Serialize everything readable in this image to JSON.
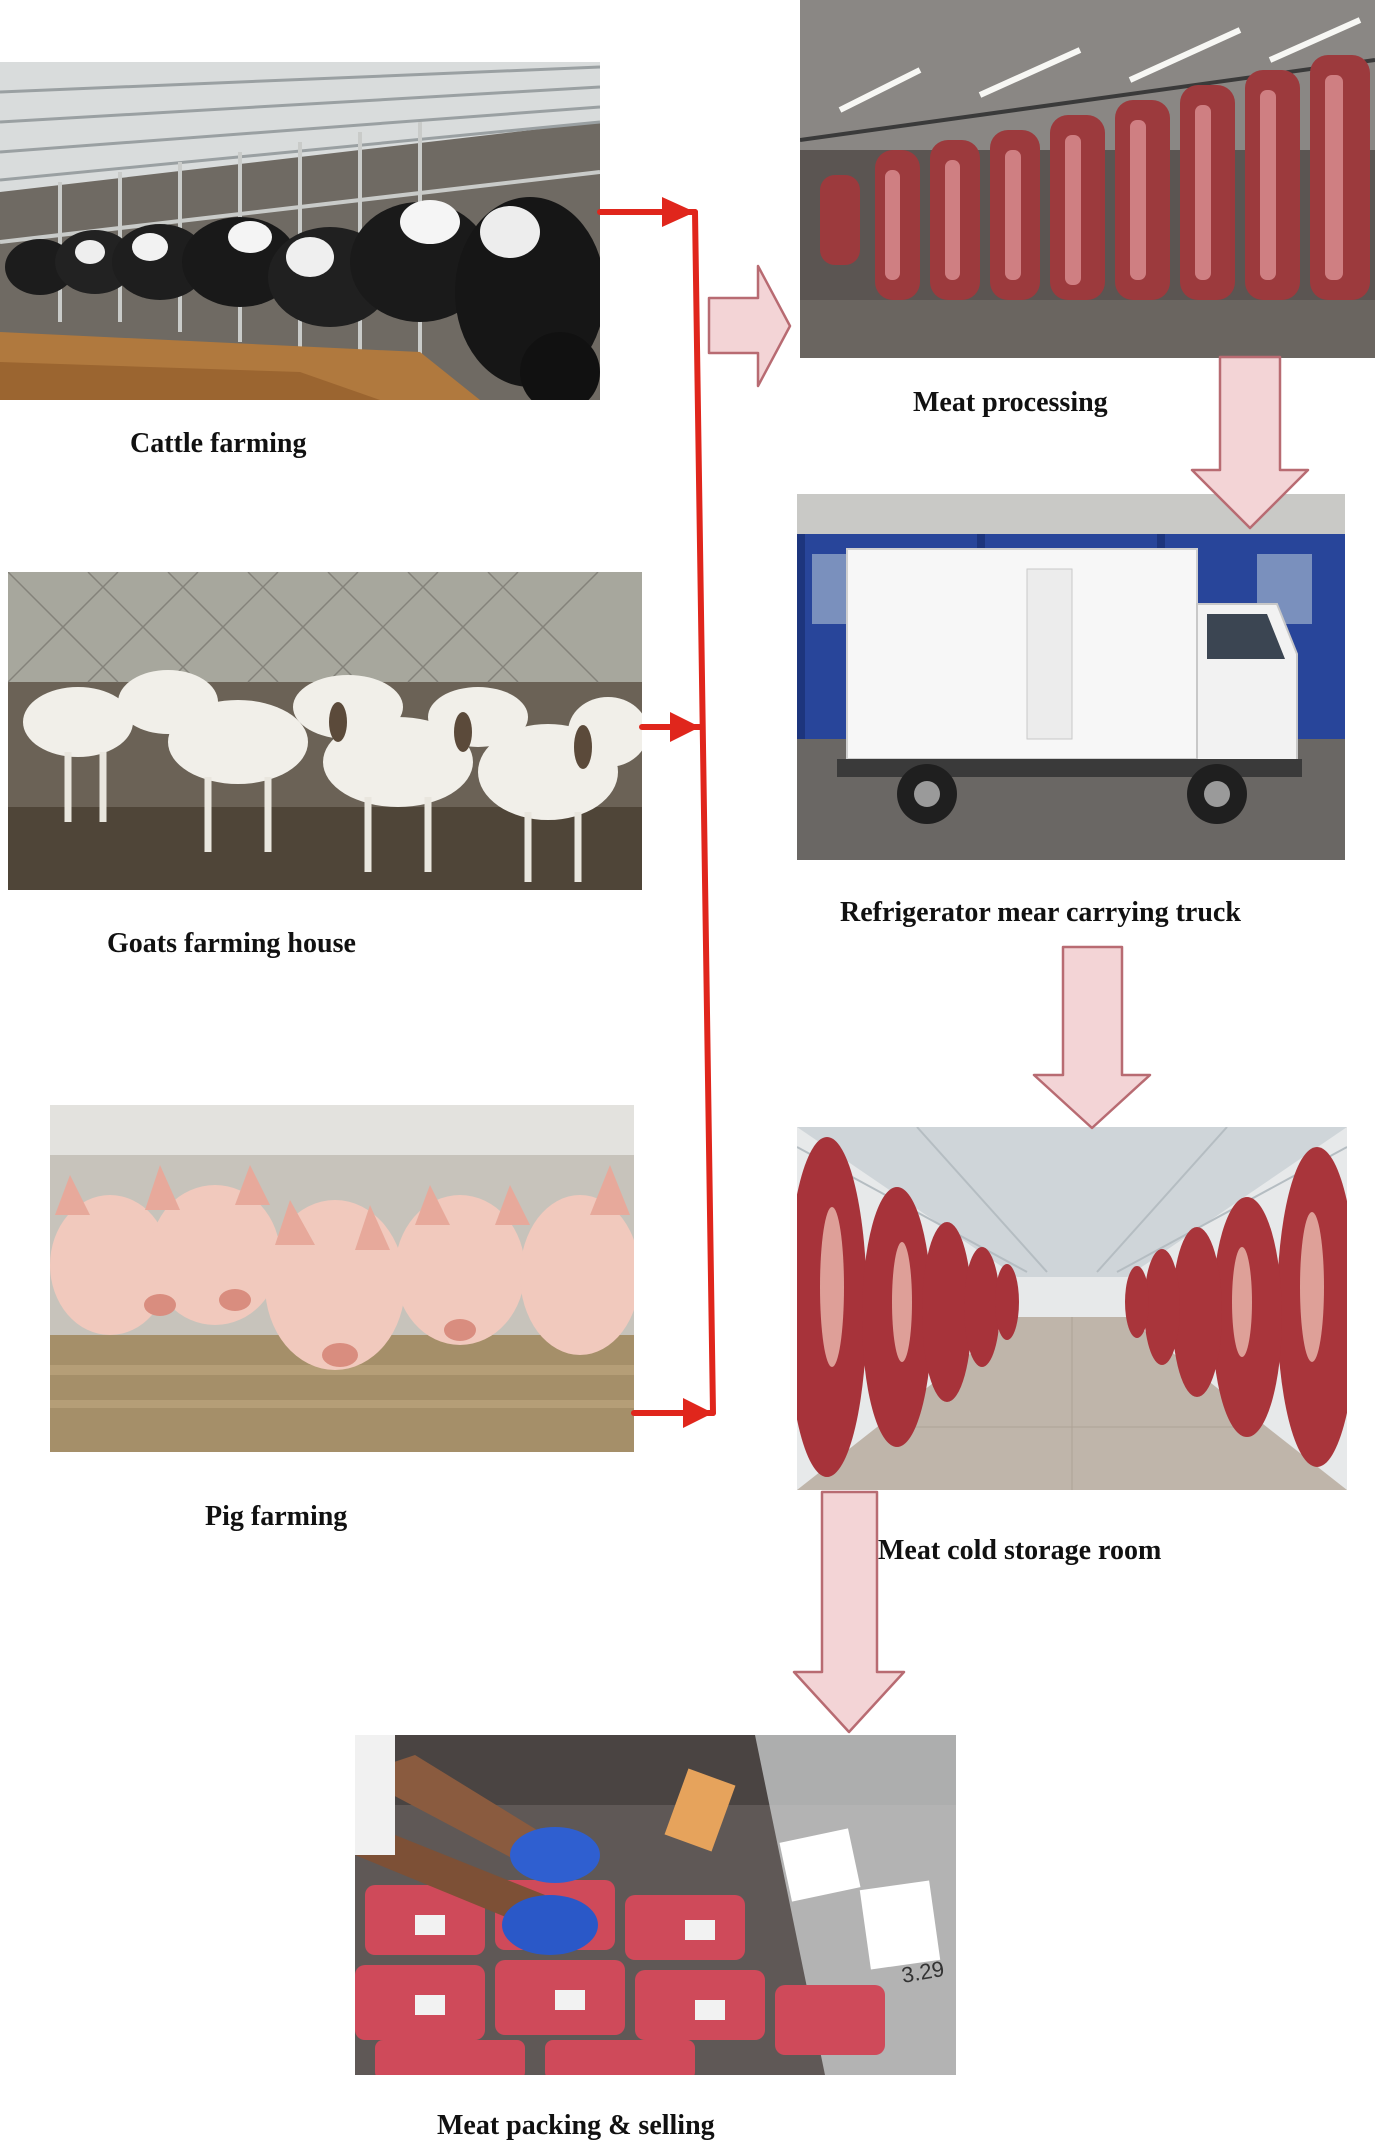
{
  "stages": {
    "cattle": {
      "caption": "Cattle farming"
    },
    "goats": {
      "caption": "Goats farming house"
    },
    "pigs": {
      "caption": "Pig farming"
    },
    "processing": {
      "caption": "Meat processing"
    },
    "truck": {
      "caption": "Refrigerator mear carrying truck"
    },
    "storage": {
      "caption": "Meat cold storage room"
    },
    "packing": {
      "caption": "Meat packing & selling",
      "price_tag": "3.29"
    }
  },
  "colors": {
    "connector": "#e0261c",
    "flow_arrow_fill": "#f3d4d6",
    "flow_arrow_stroke": "#b86b72"
  }
}
